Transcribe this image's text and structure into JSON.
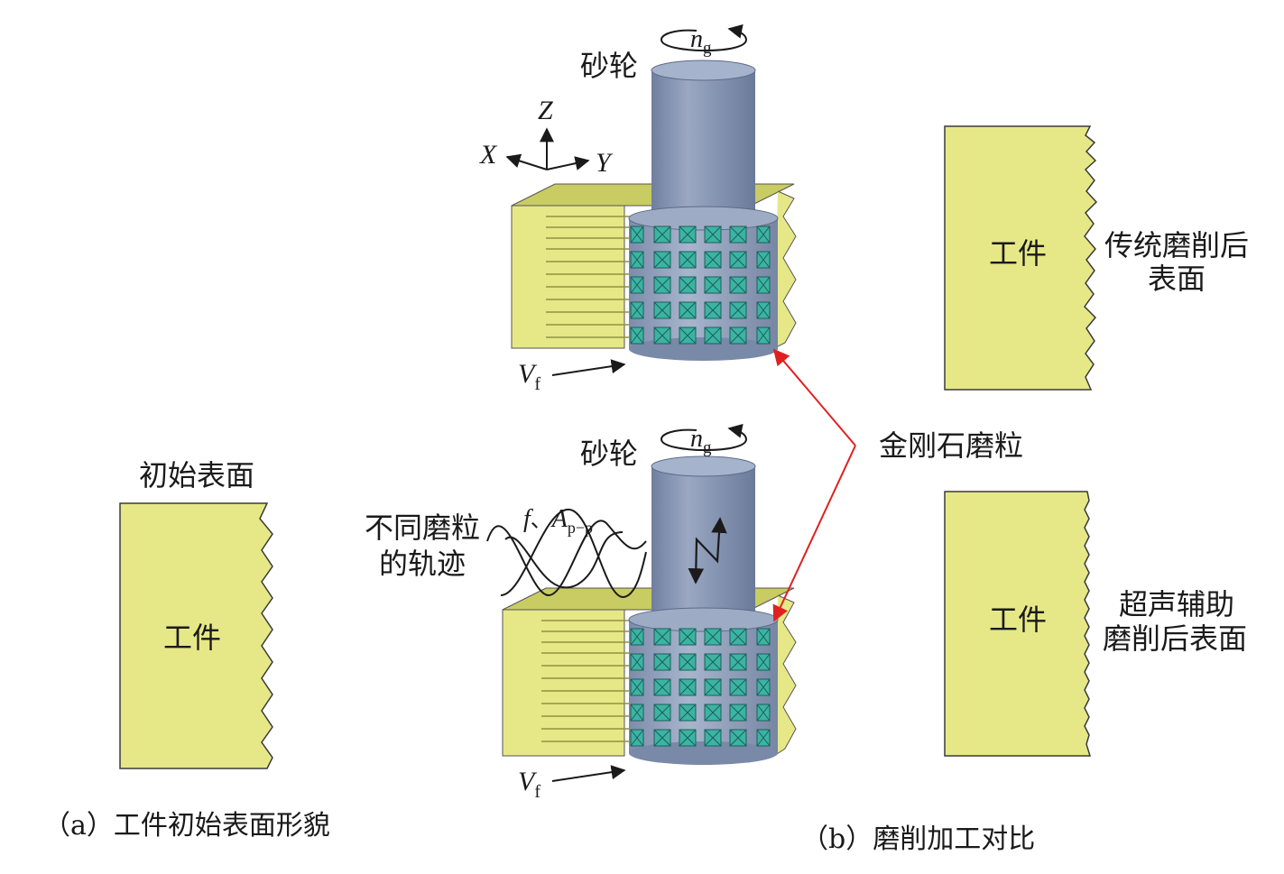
{
  "labels": {
    "initial_surface": "初始表面",
    "workpiece": "工件",
    "caption_a": "（a）工件初始表面形貌",
    "caption_b": "（b）磨削加工对比",
    "grinding_wheel": "砂轮",
    "diamond_grain": "金刚石磨粒",
    "traditional_line1": "传统磨削后",
    "traditional_line2": "表面",
    "ultrasonic_line1": "超声辅助",
    "ultrasonic_line2": "磨削后表面",
    "trajectory_line1": "不同磨粒",
    "trajectory_line2": "的轨迹",
    "axis_x": "X",
    "axis_y": "Y",
    "axis_z": "Z",
    "speed_main": "n",
    "speed_sub": "g",
    "feed_main": "V",
    "feed_sub": "f",
    "freq_symbol": "f",
    "sep": "、",
    "amp_main": "A",
    "amp_sub": "p−p"
  },
  "colors": {
    "workpiece_fill": "#e6e887",
    "workpiece_dark": "#c9cc62",
    "wheel_fill": "#7f8fae",
    "wheel_light": "#a3b1ca",
    "grain_fill": "#3bb4a4",
    "pointer_red": "#e02020"
  }
}
